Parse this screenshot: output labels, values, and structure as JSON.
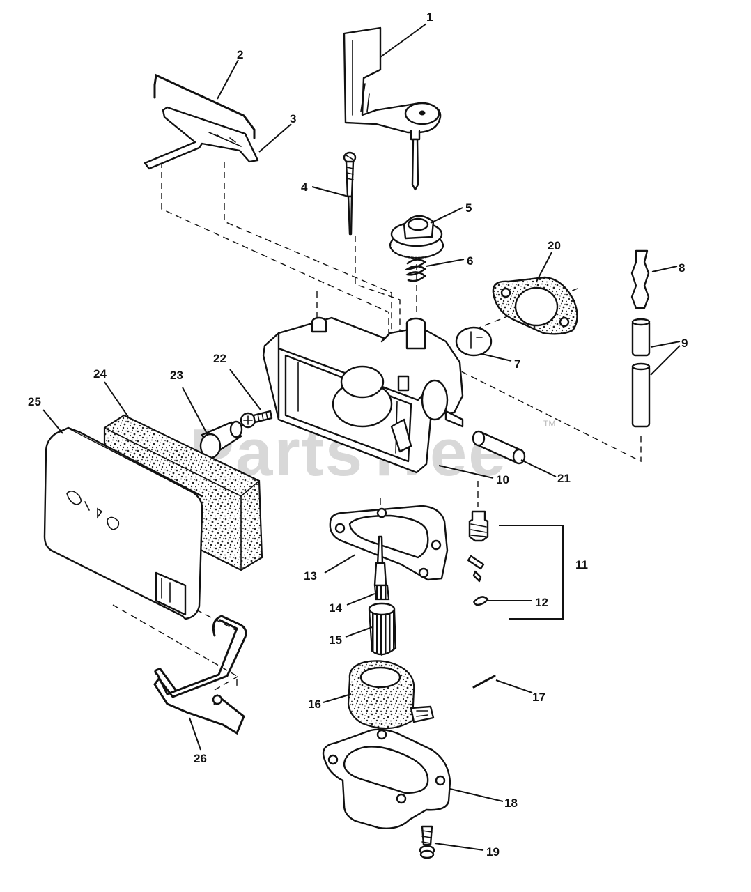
{
  "watermark": {
    "text": "PartsTree",
    "trademark": "TM"
  },
  "parts": [
    {
      "id": "choke-plate",
      "callout": "1"
    },
    {
      "id": "choke-link",
      "callout": "2"
    },
    {
      "id": "throttle-lever",
      "callout": "3"
    },
    {
      "id": "needle-valve",
      "callout": "4"
    },
    {
      "id": "throttle-knob",
      "callout": "5"
    },
    {
      "id": "spring",
      "callout": "6"
    },
    {
      "id": "check-ball-plate",
      "callout": "7"
    },
    {
      "id": "hose-barb",
      "callout": "8"
    },
    {
      "id": "fuel-tube",
      "callout": "9"
    },
    {
      "id": "carburetor-body",
      "callout": "10"
    },
    {
      "id": "inlet-needle-kit",
      "callout": "11"
    },
    {
      "id": "clip",
      "callout": "12"
    },
    {
      "id": "bowl-gasket",
      "callout": "13"
    },
    {
      "id": "pickup-tube",
      "callout": "14"
    },
    {
      "id": "screen",
      "callout": "15"
    },
    {
      "id": "float",
      "callout": "16"
    },
    {
      "id": "hinge-pin",
      "callout": "17"
    },
    {
      "id": "float-bowl",
      "callout": "18"
    },
    {
      "id": "drain-screw",
      "callout": "19"
    },
    {
      "id": "mounting-gasket",
      "callout": "20"
    },
    {
      "id": "breather-tube",
      "callout": "21"
    },
    {
      "id": "screw",
      "callout": "22"
    },
    {
      "id": "spacer",
      "callout": "23"
    },
    {
      "id": "filter-element",
      "callout": "24"
    },
    {
      "id": "air-cleaner-cover",
      "callout": "25"
    },
    {
      "id": "retainer-bail",
      "callout": "26"
    }
  ]
}
